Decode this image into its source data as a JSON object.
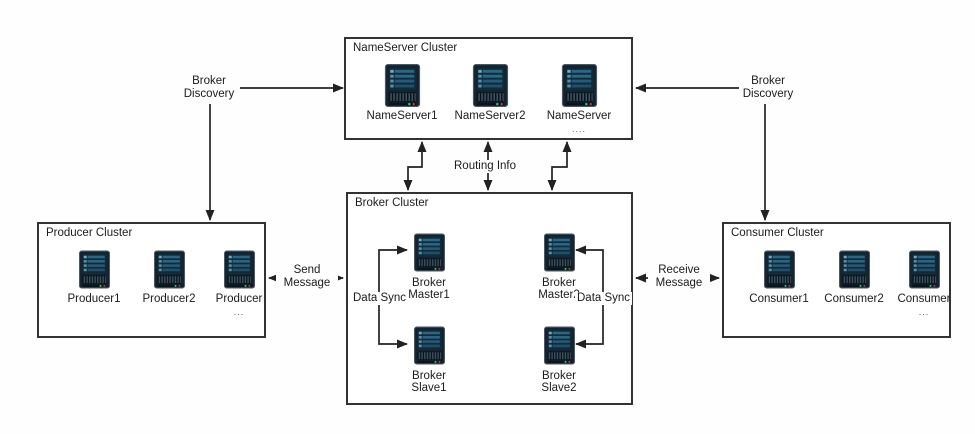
{
  "diagram": {
    "clusters": {
      "nameserver": {
        "title": "NameServer Cluster",
        "nodes": [
          {
            "label": "NameServer1"
          },
          {
            "label": "NameServer2"
          },
          {
            "label": "NameServer",
            "ellipsis": "...."
          }
        ]
      },
      "broker": {
        "title": "Broker Cluster",
        "nodes": [
          {
            "line1": "Broker",
            "line2": "Master1"
          },
          {
            "line1": "Broker",
            "line2": "Master2"
          },
          {
            "line1": "Broker",
            "line2": "Slave1"
          },
          {
            "line1": "Broker",
            "line2": "Slave2"
          }
        ]
      },
      "producer": {
        "title": "Producer Cluster",
        "nodes": [
          {
            "label": "Producer1"
          },
          {
            "label": "Producer2"
          },
          {
            "label": "Producer",
            "ellipsis": "..."
          }
        ]
      },
      "consumer": {
        "title": "Consumer Cluster",
        "nodes": [
          {
            "label": "Consumer1"
          },
          {
            "label": "Consumer2"
          },
          {
            "label": "Consumer",
            "ellipsis": "..."
          }
        ]
      }
    },
    "labels": {
      "broker_discovery_left": {
        "line1": "Broker",
        "line2": "Discovery"
      },
      "broker_discovery_right": {
        "line1": "Broker",
        "line2": "Discovery"
      },
      "routing_info": "Routing Info",
      "send_message": {
        "line1": "Send",
        "line2": "Message"
      },
      "receive_message": {
        "line1": "Receive",
        "line2": "Message"
      },
      "data_sync_left": "Data Sync",
      "data_sync_right": "Data Sync"
    },
    "colors": {
      "arrow": "#222222",
      "box_border": "#333333",
      "background": "#ffffff",
      "server_body": "#16222d",
      "server_screen": "#0e2c3d",
      "server_stripe": "#2d6583",
      "led_green": "#2ecc71",
      "led_red": "#b03a48"
    }
  }
}
